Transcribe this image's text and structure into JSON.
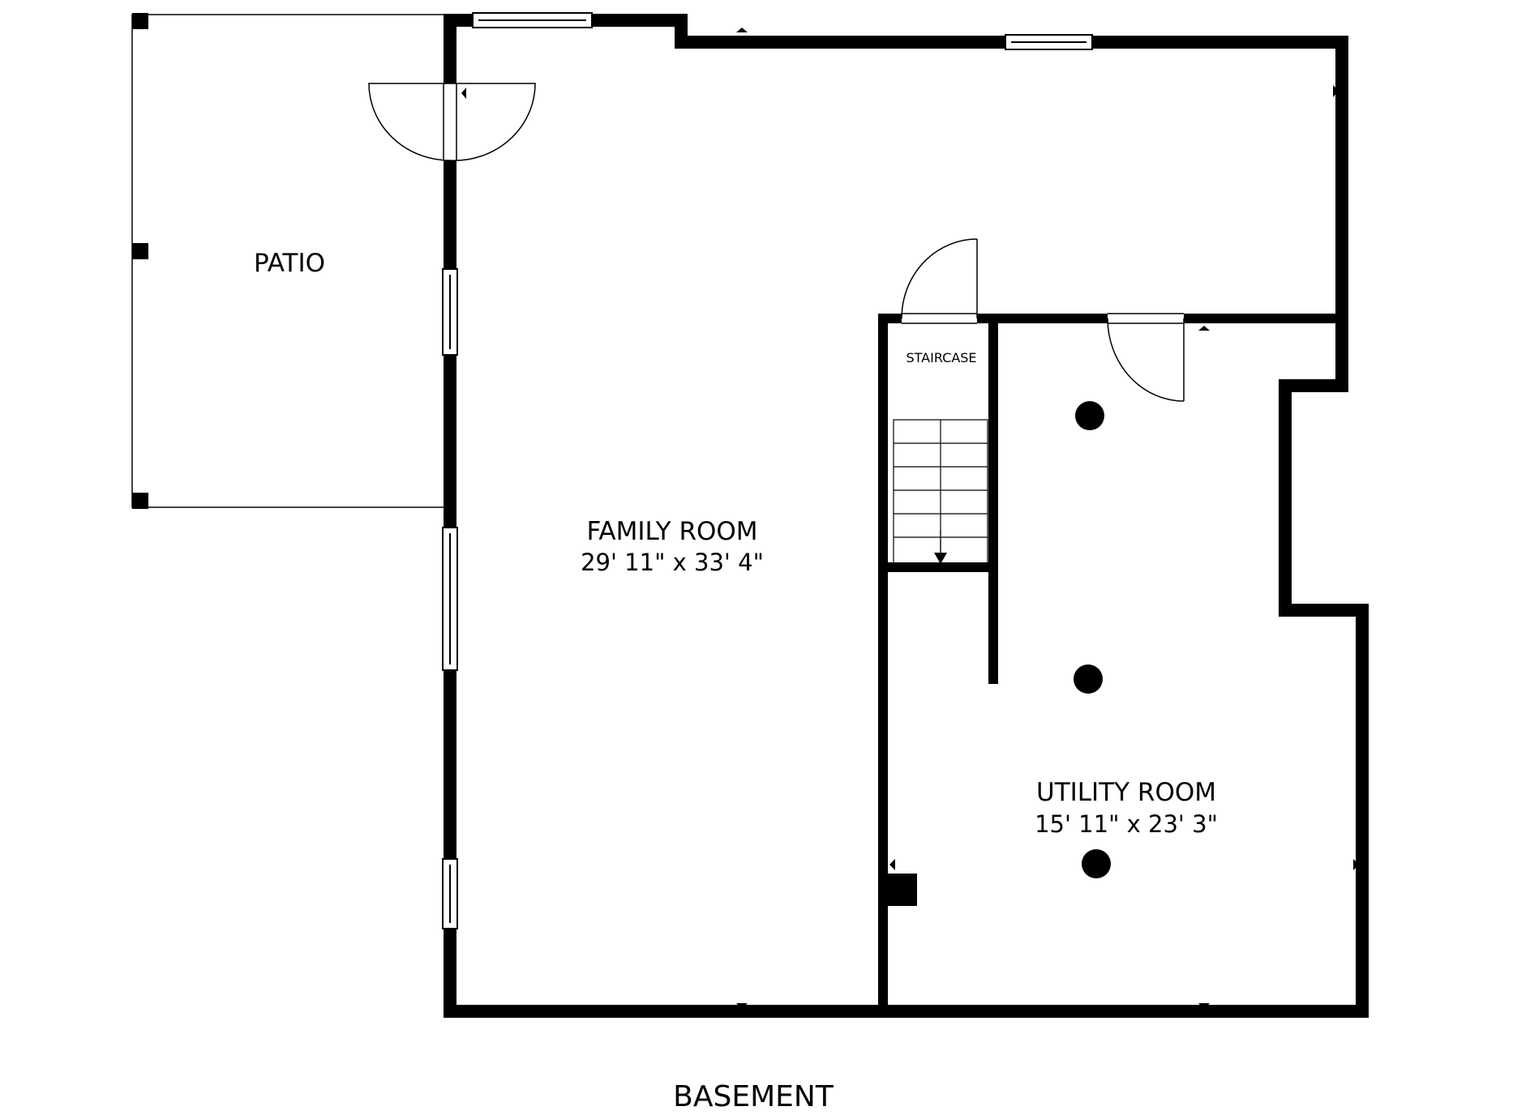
{
  "floor_title": "BASEMENT",
  "rooms": {
    "patio": {
      "name": "PATIO"
    },
    "family_room": {
      "name": "FAMILY ROOM",
      "dimensions": "29' 11\" x 33' 4\""
    },
    "staircase": {
      "name": "STAIRCASE"
    },
    "utility_room": {
      "name": "UTILITY ROOM",
      "dimensions": "15' 11\" x 23' 3\""
    }
  },
  "colors": {
    "wall": "#000000",
    "background": "#ffffff"
  }
}
